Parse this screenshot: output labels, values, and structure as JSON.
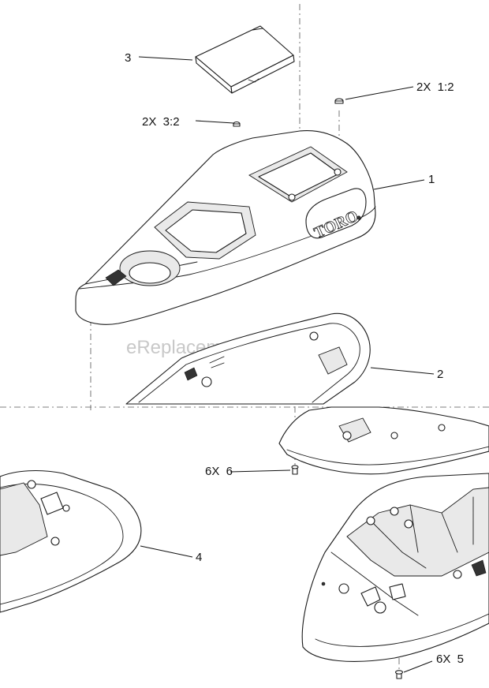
{
  "watermark": "eReplacementParts.com",
  "logo_text": "TORO",
  "callouts": {
    "c1": "1",
    "c2": "2",
    "c3": "3",
    "c4": "4",
    "c5": "6X  5",
    "c6": "6X  6",
    "c12": "2X  1:2",
    "c32": "2X  3:2"
  }
}
